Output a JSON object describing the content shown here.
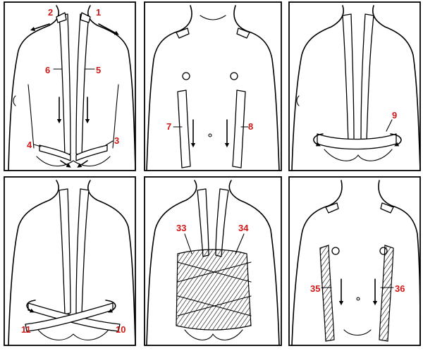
{
  "panels": [
    {
      "id": "panel-1",
      "view": "back",
      "labels": [
        {
          "text": "2"
        },
        {
          "text": "1"
        },
        {
          "text": "6"
        },
        {
          "text": "5"
        },
        {
          "text": "4"
        },
        {
          "text": "3"
        }
      ]
    },
    {
      "id": "panel-2",
      "view": "front",
      "labels": [
        {
          "text": "7"
        },
        {
          "text": "8"
        }
      ]
    },
    {
      "id": "panel-3",
      "view": "back",
      "labels": [
        {
          "text": "9"
        }
      ]
    },
    {
      "id": "panel-4",
      "view": "back",
      "labels": [
        {
          "text": "11"
        },
        {
          "text": "10"
        }
      ]
    },
    {
      "id": "panel-5",
      "view": "back",
      "labels": [
        {
          "text": "33"
        },
        {
          "text": "34"
        }
      ]
    },
    {
      "id": "panel-6",
      "view": "front",
      "labels": [
        {
          "text": "35"
        },
        {
          "text": "36"
        }
      ]
    }
  ],
  "colors": {
    "label": "#d01818",
    "ink": "#000000",
    "paper": "#ffffff"
  }
}
